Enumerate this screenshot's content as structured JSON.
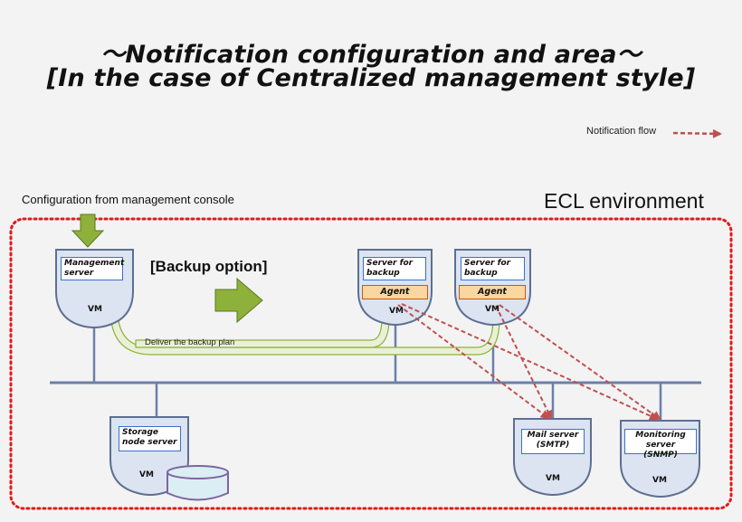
{
  "title": {
    "line1": "〜Notification configuration and area〜",
    "line2": "[In the case of Centralized management style]"
  },
  "legend": {
    "notification_flow": "Notification flow"
  },
  "config_label": "Configuration from management console",
  "environment_label": "ECL environment",
  "backup_option": "[Backup option]",
  "deliver_label": "Deliver the backup plan",
  "vm_label": "VM",
  "agent_label": "Agent",
  "nodes": {
    "management": "Management server",
    "backup1": "Server for backup",
    "backup2": "Server for backup",
    "storage": "Storage node server",
    "mail_line1": "Mail server",
    "mail_line2": "(SMTP)",
    "monitoring_line1": "Monitoring server",
    "monitoring_line2": "(SNMP)"
  },
  "colors": {
    "node_fill": "#dce3f1",
    "node_stroke": "#5d6f92",
    "network": "#6b7fa8",
    "dotted_border": "#e01b1b",
    "notification_arrow": "#c0504d",
    "green_arrow": "#8db13a",
    "delivery_fill": "#eaf0d8",
    "storage_fill": "#dbeef4",
    "storage_stroke": "#8064a2"
  }
}
